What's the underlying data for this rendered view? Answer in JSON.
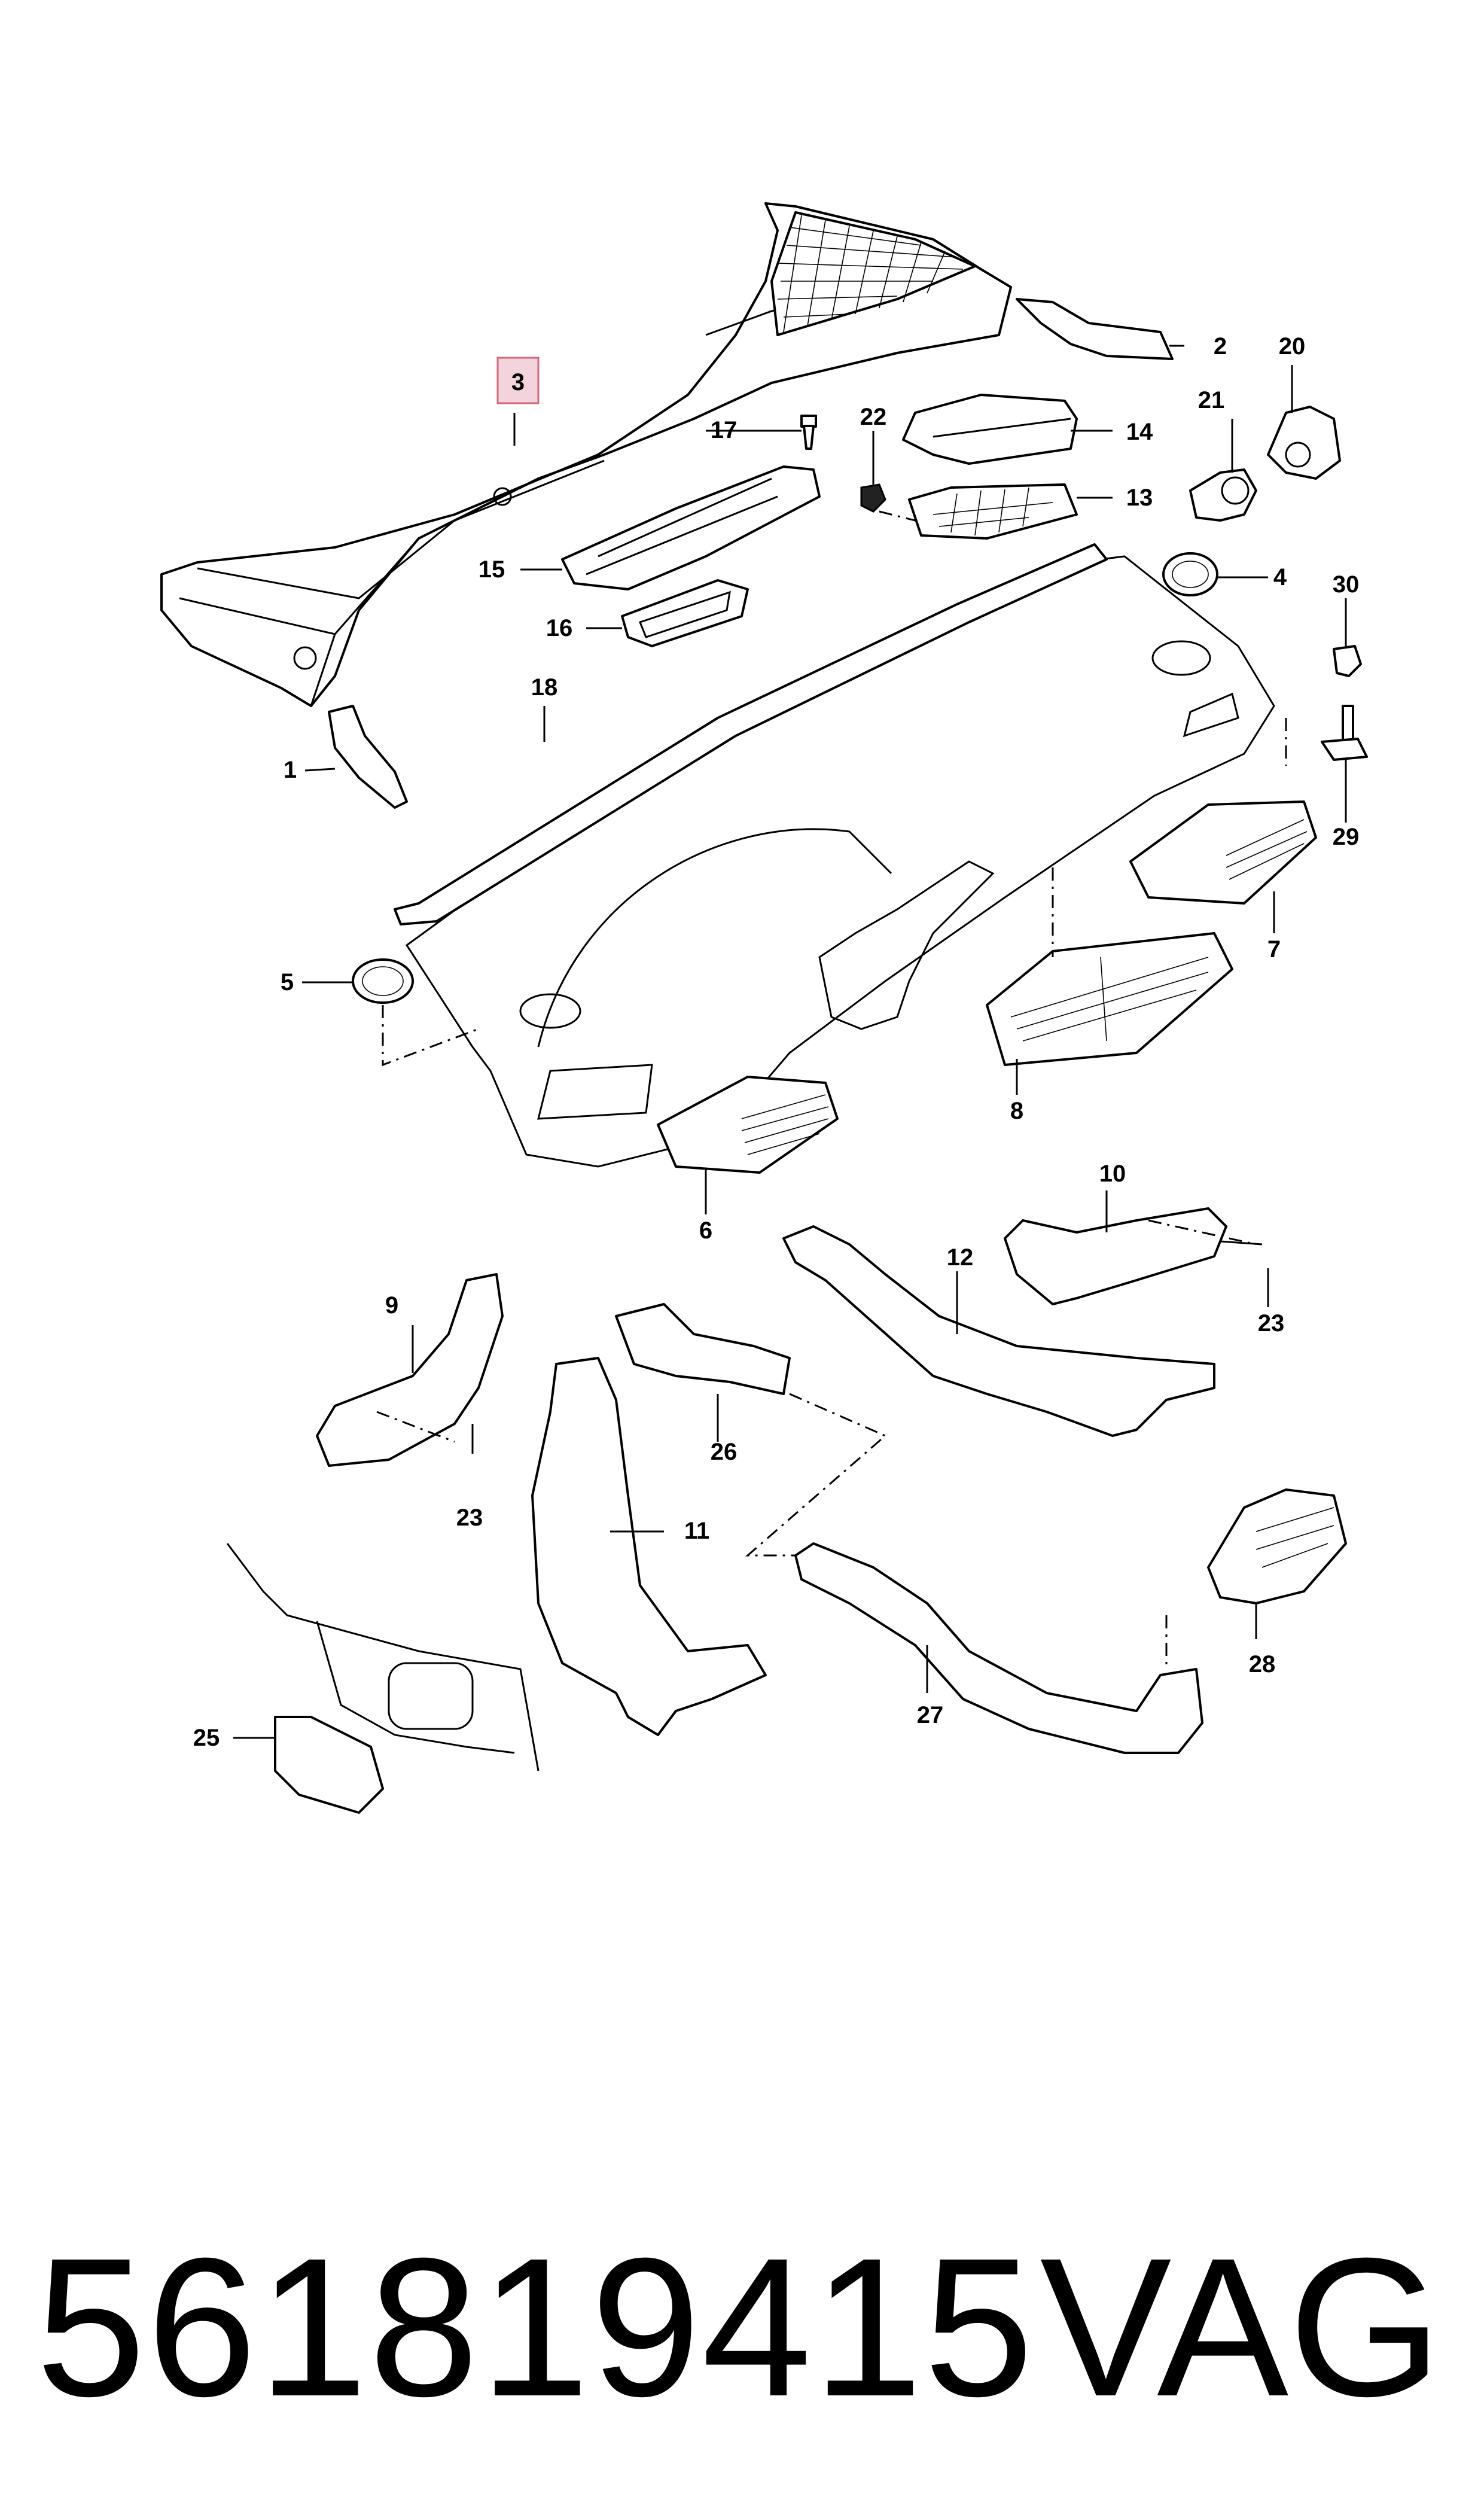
{
  "diagram": {
    "highlighted_callout": "3",
    "highlight_color": "#f4d4dc",
    "callouts": [
      "1",
      "2",
      "3",
      "4",
      "5",
      "6",
      "7",
      "8",
      "9",
      "10",
      "11",
      "12",
      "13",
      "14",
      "15",
      "16",
      "17",
      "18",
      "20",
      "21",
      "22",
      "23",
      "23",
      "25",
      "26",
      "27",
      "28",
      "29",
      "30"
    ]
  },
  "footer": {
    "part_number": "561819415",
    "brand": "VAG"
  }
}
